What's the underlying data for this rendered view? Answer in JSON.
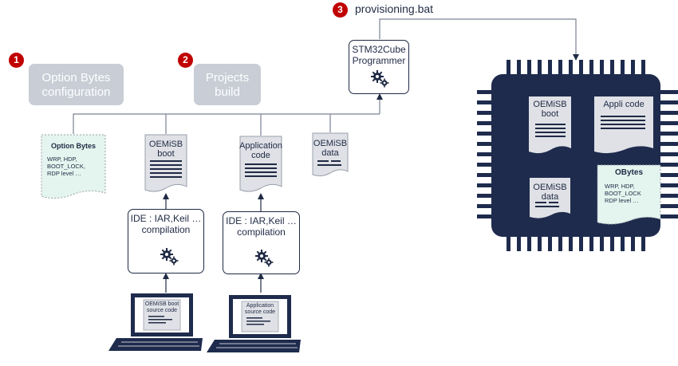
{
  "steps": {
    "one": {
      "number": "1"
    },
    "two": {
      "number": "2"
    },
    "three": {
      "number": "3",
      "label": "provisioning.bat"
    }
  },
  "boxes": {
    "option_bytes_config": {
      "line1": "Option Bytes",
      "line2": "configuration"
    },
    "projects_build": {
      "line1": "Projects",
      "line2": "build"
    },
    "programmer": {
      "line1": "STM32Cube",
      "line2": "Programmer"
    },
    "ide_left": {
      "line1": "IDE : IAR,Keil …",
      "line2": "compilation"
    },
    "ide_right": {
      "line1": "IDE : IAR,Keil …",
      "line2": "compilation"
    }
  },
  "documents": {
    "option_bytes": {
      "title": "Option Bytes",
      "lines": [
        "WRP, HDP,",
        "BOOT_LOCK,",
        "RDP level …"
      ]
    },
    "oemisb_boot": {
      "line1": "OEMiSB",
      "line2": "boot"
    },
    "application_code": {
      "line1": "Application",
      "line2": "code"
    },
    "oemisb_data": {
      "line1": "OEMiSB",
      "line2": "data"
    }
  },
  "laptops": {
    "left": {
      "line1": "OEMiSB boot",
      "line2": "source code"
    },
    "right": {
      "line1": "Application",
      "line2": "source code"
    }
  },
  "chip": {
    "oemisb_boot": {
      "line1": "OEMiSB",
      "line2": "boot"
    },
    "appli_code": {
      "label": "Appli code"
    },
    "oemisb_data": {
      "line1": "OEMiSB",
      "line2": "data"
    },
    "obytes": {
      "title": "OBytes",
      "lines": [
        "WRP, HDP,",
        "BOOT_LOCK",
        "RDP level …"
      ]
    }
  },
  "colors": {
    "navy": "#1f2a44",
    "chip_body": "#1e2b4d",
    "step_red": "#c00000",
    "gray_box": "#c8cdd6",
    "doc_gray": "#dfe1e6",
    "doc_green": "#e4f4ee"
  }
}
